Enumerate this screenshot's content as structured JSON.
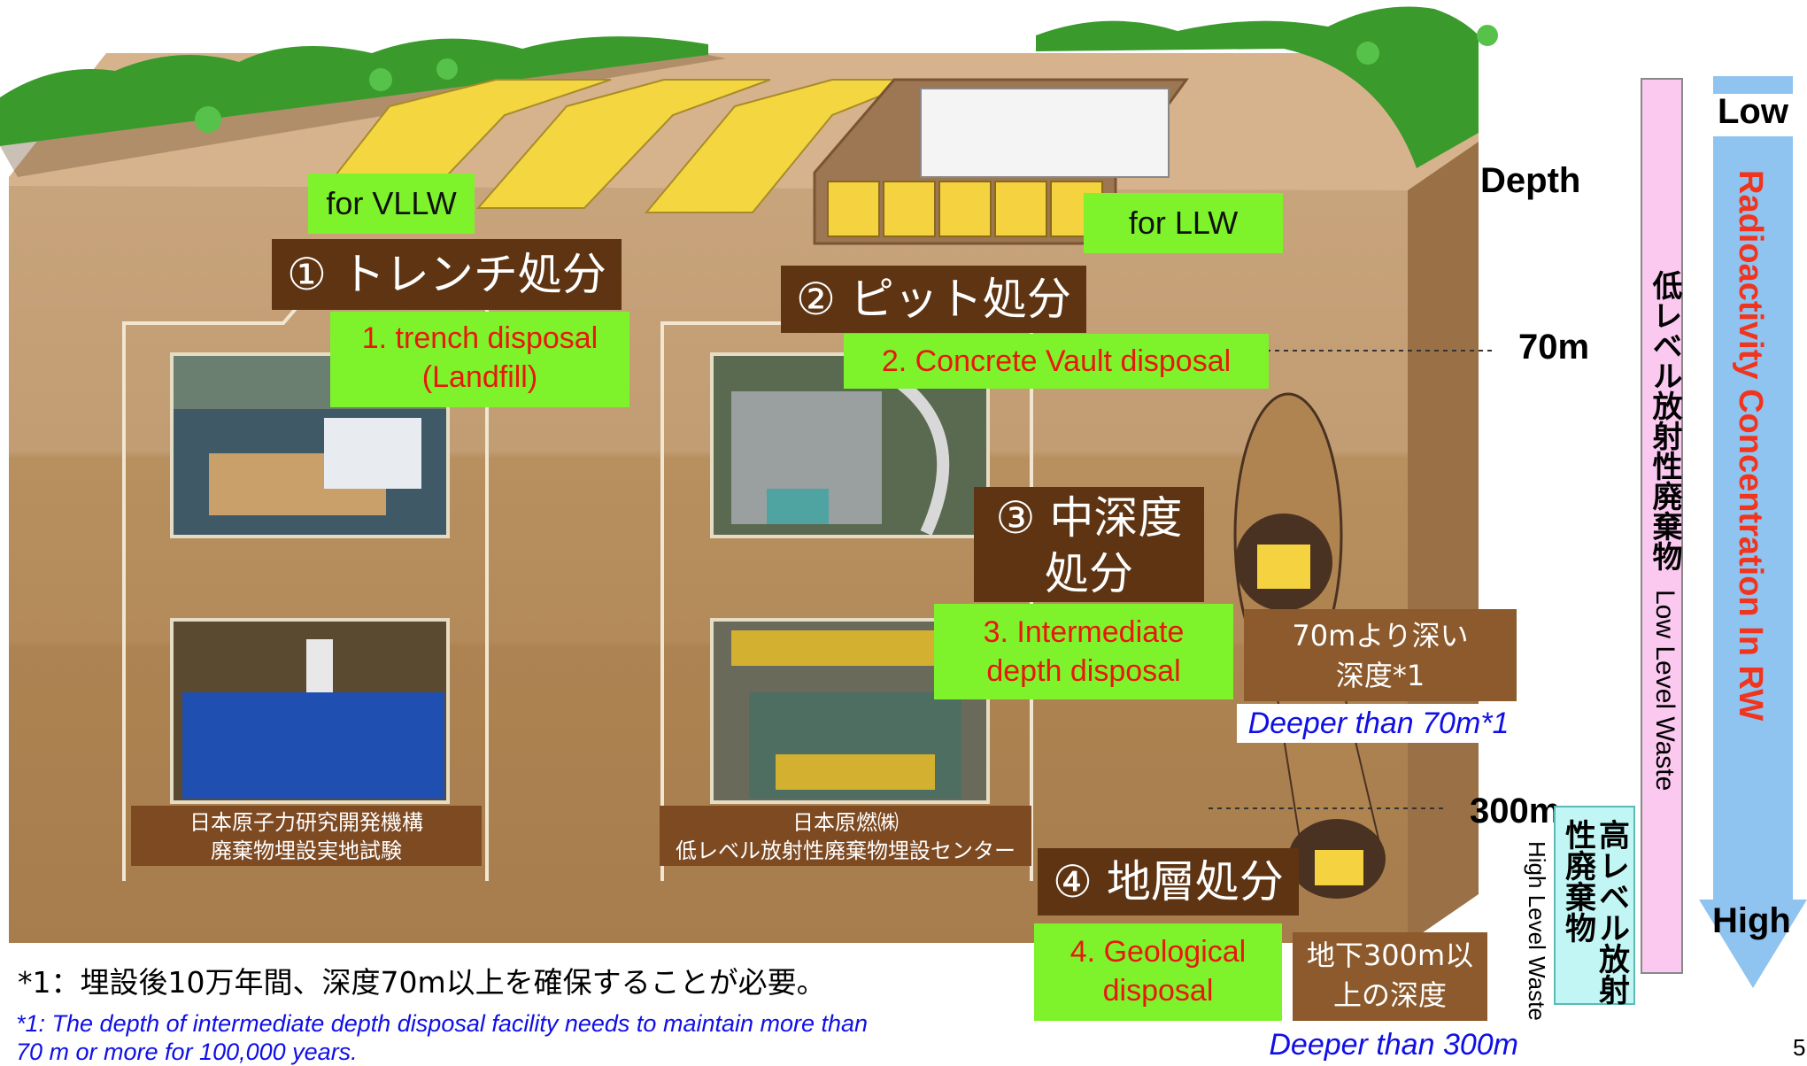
{
  "depth_scale": {
    "title": "Depth",
    "d70": "70m",
    "d300": "300m"
  },
  "surface_tags": {
    "vllw": "for  VLLW",
    "llw": "for  LLW"
  },
  "methods": [
    {
      "jp": "① トレンチ処分",
      "en": [
        "1. trench disposal",
        "(Landfill)"
      ]
    },
    {
      "jp": "② ピット処分",
      "en": [
        "2. Concrete Vault disposal"
      ]
    },
    {
      "jp": [
        "③ 中深度",
        "処分"
      ],
      "en": [
        "3. Intermediate",
        "depth disposal"
      ]
    },
    {
      "jp": "④ 地層処分",
      "en": [
        "4. Geological",
        "disposal"
      ]
    }
  ],
  "photo_captions": {
    "trench": [
      "日本原子力研究開発機構",
      "廃棄物埋設実地試験"
    ],
    "pit": [
      "日本原燃㈱",
      "低レベル放射性廃棄物埋設センター"
    ]
  },
  "depth_notes": {
    "intermediate_jp": [
      "70mより深い",
      "深度*1"
    ],
    "intermediate_en": "Deeper than 70m*1",
    "geological_jp": [
      "地下300m以",
      "上の深度"
    ],
    "geological_en": "Deeper than 300m"
  },
  "waste_classes": {
    "low_jp": "低レベル放射性廃棄物",
    "low_en": "Low Level Waste",
    "high_jp": [
      "高レベル放射",
      "性廃棄物"
    ],
    "high_en": "High Level Waste"
  },
  "radioactivity": {
    "title": "Radioactivity Concentration In RW",
    "low": "Low",
    "high": "High"
  },
  "footnote": {
    "jp": "*1：埋設後10万年間、深度70m以上を確保することが必要。",
    "en": [
      "*1: The depth of intermediate depth disposal facility needs to maintain more than",
      "70 m or more for 100,000 years."
    ]
  },
  "page_number": "5",
  "colors": {
    "header": "#5e3412",
    "tag_green": "#7ef32c",
    "english_red": "#e8180c",
    "blue_note": "#1010e6",
    "arrow_blue": "#8fc3f0",
    "pink_band": "#fbc8f0"
  }
}
